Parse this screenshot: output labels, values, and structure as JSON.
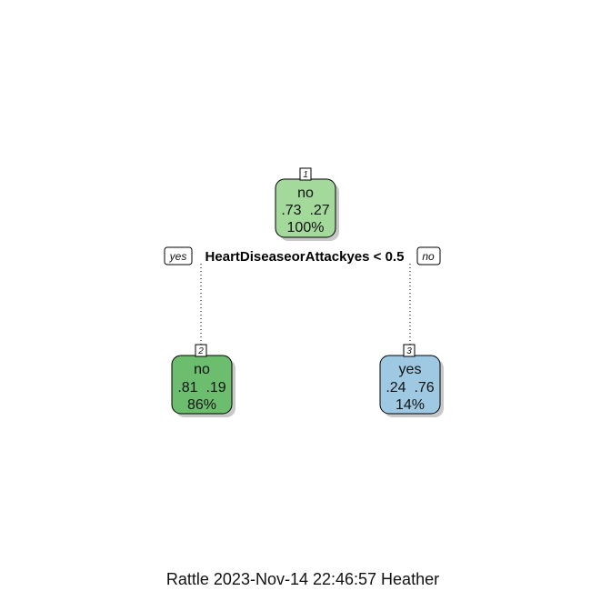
{
  "tree": {
    "nodes": [
      {
        "id": "1",
        "label": "no",
        "probs": ".73  .27",
        "pct": "100%",
        "color": "#A3D99A"
      },
      {
        "id": "2",
        "label": "no",
        "probs": ".81  .19",
        "pct": "86%",
        "color": "#6DBD6F"
      },
      {
        "id": "3",
        "label": "yes",
        "probs": ".24  .76",
        "pct": "14%",
        "color": "#9FC9E2"
      }
    ],
    "split": {
      "condition": "HeartDiseaseorAttackyes < 0.5",
      "left_label": "yes",
      "right_label": "no"
    }
  },
  "footer": "Rattle 2023-Nov-14 22:46:57 Heather",
  "colors": {
    "shadow": "#c8c8c8",
    "border": "#000000",
    "edge": "#000000"
  }
}
